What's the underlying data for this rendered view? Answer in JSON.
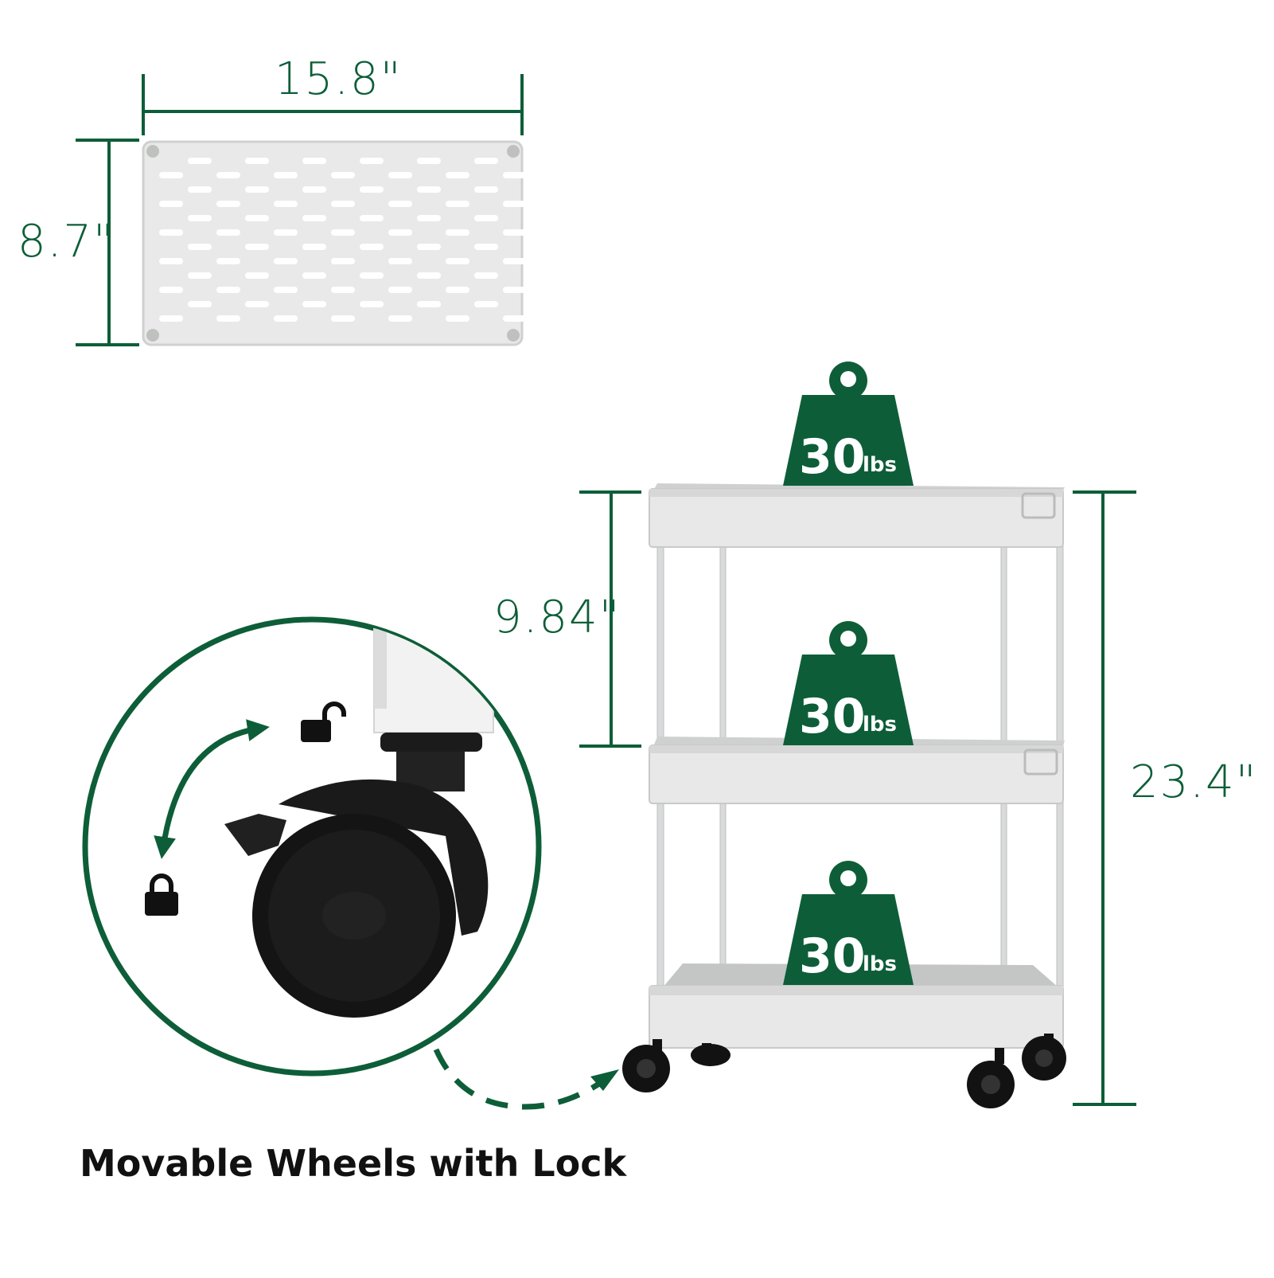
{
  "dimensions": {
    "width": "15.8\"",
    "depth": "8.7\"",
    "shelf_gap": "9.84\"",
    "height": "23.4\""
  },
  "load_badges": [
    {
      "value": "30",
      "unit": "lbs"
    },
    {
      "value": "30",
      "unit": "lbs"
    },
    {
      "value": "30",
      "unit": "lbs"
    }
  ],
  "caption": "Movable Wheels with Lock",
  "icons": {
    "unlock": "unlock-icon",
    "lock": "lock-icon",
    "weight": "weight-icon"
  },
  "colors": {
    "accent": "#0d5e38",
    "shelf": "#e6e6e6",
    "wheel": "#111111"
  }
}
